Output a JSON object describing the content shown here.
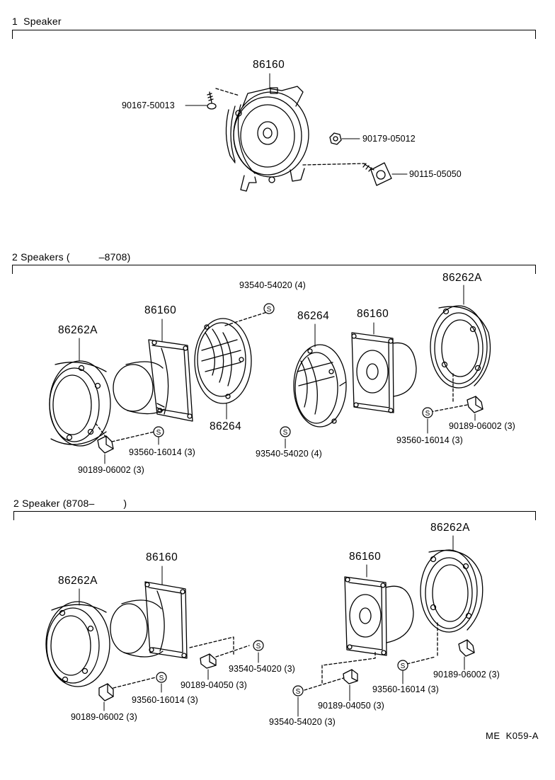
{
  "sections": [
    {
      "title": "1  Speaker",
      "labels": {
        "speaker_top": "86160",
        "screw_left": "90167-50013",
        "nut": "90179-05012",
        "bolt": "90115-05050"
      }
    },
    {
      "title": "2 Speakers (          –8708)",
      "labels": {
        "adapter_left": "86262A",
        "speaker_left": "86160",
        "grille_left": "86264",
        "screw_top_mid": "93540-54020 (4)",
        "screw_left_bottom": "93560-16014 (3)",
        "clip_left": "90189-06002 (3)",
        "grille_right": "86264",
        "speaker_right": "86160",
        "adapter_right": "86262A",
        "screw_mid_bottom": "93540-54020 (4)",
        "screw_right_bottom": "93560-16014 (3)",
        "clip_right": "90189-06002 (3)"
      }
    },
    {
      "title": "2 Speaker (8708–          )",
      "labels": {
        "adapter_left": "86262A",
        "speaker_left": "86160",
        "screw_left_speaker": "93540-54020 (3)",
        "clip_mid_left": "90189-04050 (3)",
        "screw_left_adapter": "93560-16014 (3)",
        "clip_left": "90189-06002 (3)",
        "speaker_right": "86160",
        "adapter_right": "86262A",
        "clip_right": "90189-06002 (3)",
        "screw_right_adapter": "93560-16014 (3)",
        "clip_mid_right": "90189-04050 (3)",
        "screw_right_speaker": "93540-54020 (3)"
      }
    }
  ],
  "screw_symbol": "S",
  "reference_code": "ME  K059-A"
}
